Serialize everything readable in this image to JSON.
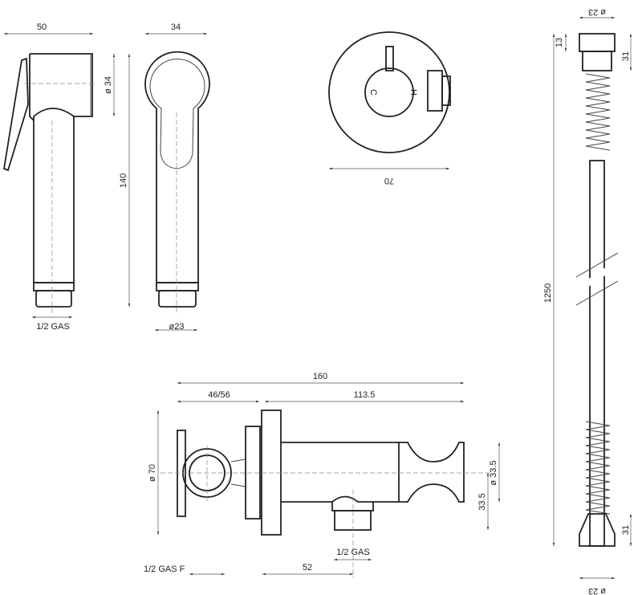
{
  "handset_side": {
    "width": "50",
    "head_diameter": "ø 34",
    "length": "140",
    "thread": "1/2 GAS"
  },
  "handset_front": {
    "width": "34",
    "thread_diameter": "ø23"
  },
  "valve_front": {
    "diameter": "70",
    "cold_mark": "C",
    "hot_mark": "H"
  },
  "hose": {
    "top_diameter": "ø 23",
    "top_nut_height": "13",
    "top_fitting_height": "31",
    "length": "1250",
    "bottom_fitting_height": "31",
    "bottom_diameter": "ø 23"
  },
  "valve_side": {
    "total_length": "160",
    "wall_depth": "46/56",
    "projection": "113.5",
    "flange_diameter": "ø 70",
    "holder_diameter": "ø 33.5",
    "outlet_offset": "33.5",
    "outlet_thread": "1/2 GAS",
    "inlet_thread": "1/2 GAS F",
    "outlet_distance": "52"
  }
}
